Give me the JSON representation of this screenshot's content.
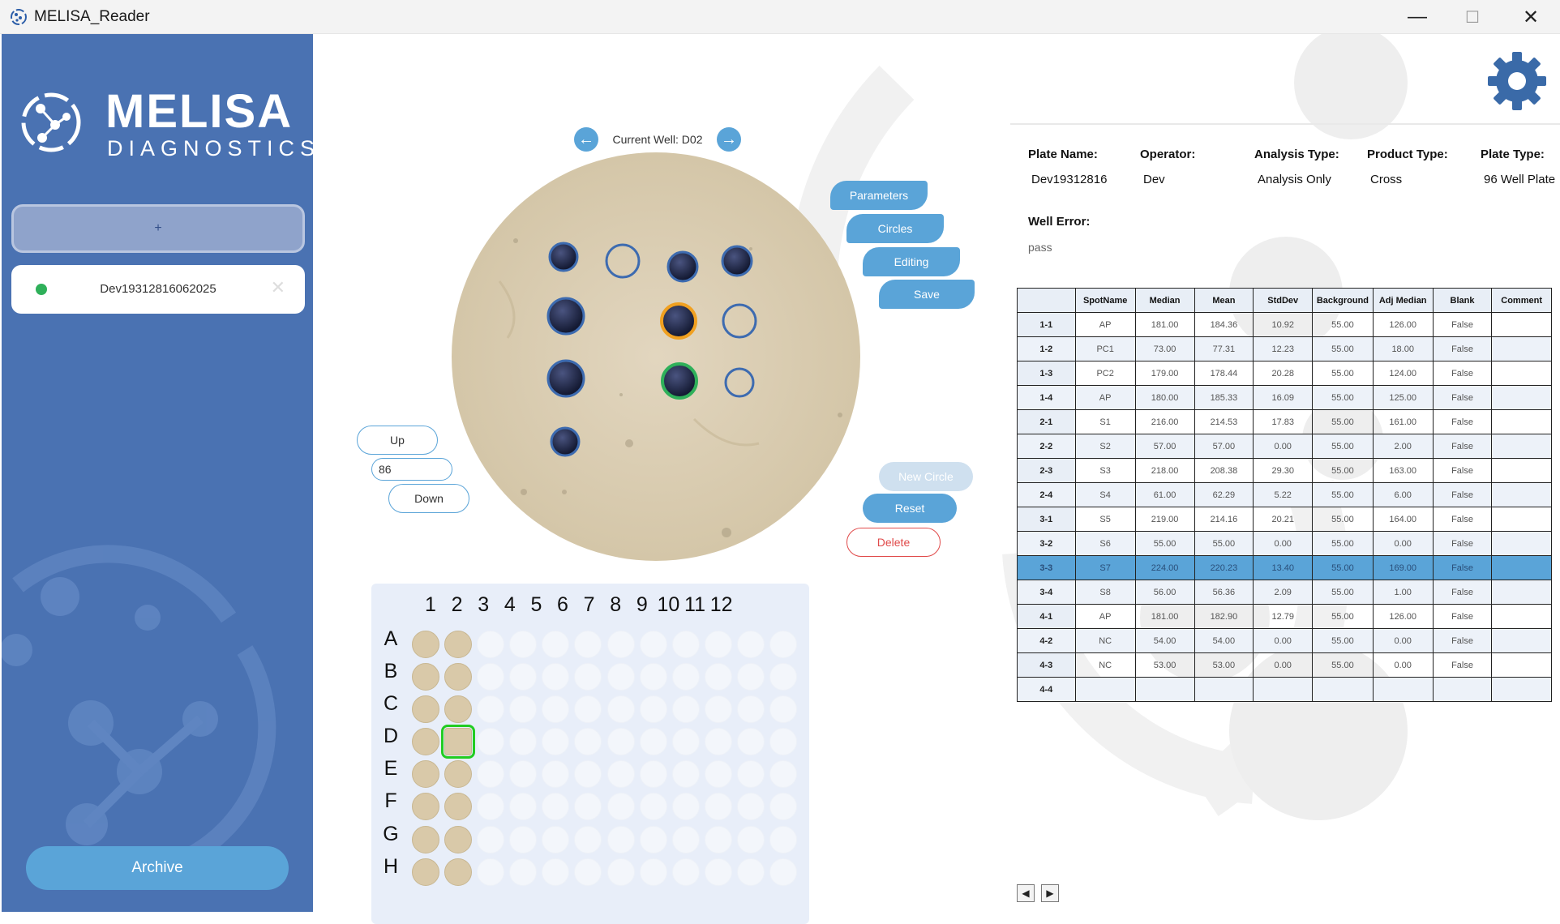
{
  "window": {
    "title": "MELISA_Reader",
    "minimize": "—",
    "maximize": "☐",
    "close": "✕"
  },
  "sidebar": {
    "logo_line1": "MELISA",
    "logo_line2": "DIAGNOSTICS",
    "add_label": "+",
    "plates": [
      {
        "name": "Dev19312816062025",
        "status_color": "#2fb05a"
      }
    ],
    "archive_label": "Archive"
  },
  "viewer": {
    "current_well": "Current Well: D02",
    "prev_icon": "arrow-left-icon",
    "next_icon": "arrow-right-icon",
    "buttons": {
      "parameters": "Parameters",
      "circles": "Circles",
      "editing": "Editing",
      "save": "Save",
      "new_circle": "New Circle",
      "reset": "Reset",
      "delete": "Delete",
      "up": "Up",
      "down": "Down"
    },
    "step_value": "86"
  },
  "plate_map": {
    "columns": [
      "1",
      "2",
      "3",
      "4",
      "5",
      "6",
      "7",
      "8",
      "9",
      "10",
      "11",
      "12"
    ],
    "rows": [
      "A",
      "B",
      "C",
      "D",
      "E",
      "F",
      "G",
      "H"
    ],
    "selected_well": "D2"
  },
  "info": {
    "plate_name_label": "Plate Name:",
    "plate_name": "Dev19312816",
    "operator_label": "Operator:",
    "operator": "Dev",
    "analysis_type_label": "Analysis Type:",
    "analysis_type": "Analysis Only",
    "product_type_label": "Product Type:",
    "product_type": "Cross",
    "plate_type_label": "Plate Type:",
    "plate_type": "96 Well Plate",
    "well_error_label": "Well Error:",
    "well_error": "pass"
  },
  "table": {
    "headers": [
      "",
      "SpotName",
      "Median",
      "Mean",
      "StdDev",
      "Background",
      "Adj Median",
      "Blank",
      "Comment"
    ],
    "rows": [
      [
        "1-1",
        "AP",
        "181.00",
        "184.36",
        "10.92",
        "55.00",
        "126.00",
        "False",
        ""
      ],
      [
        "1-2",
        "PC1",
        "73.00",
        "77.31",
        "12.23",
        "55.00",
        "18.00",
        "False",
        ""
      ],
      [
        "1-3",
        "PC2",
        "179.00",
        "178.44",
        "20.28",
        "55.00",
        "124.00",
        "False",
        ""
      ],
      [
        "1-4",
        "AP",
        "180.00",
        "185.33",
        "16.09",
        "55.00",
        "125.00",
        "False",
        ""
      ],
      [
        "2-1",
        "S1",
        "216.00",
        "214.53",
        "17.83",
        "55.00",
        "161.00",
        "False",
        ""
      ],
      [
        "2-2",
        "S2",
        "57.00",
        "57.00",
        "0.00",
        "55.00",
        "2.00",
        "False",
        ""
      ],
      [
        "2-3",
        "S3",
        "218.00",
        "208.38",
        "29.30",
        "55.00",
        "163.00",
        "False",
        ""
      ],
      [
        "2-4",
        "S4",
        "61.00",
        "62.29",
        "5.22",
        "55.00",
        "6.00",
        "False",
        ""
      ],
      [
        "3-1",
        "S5",
        "219.00",
        "214.16",
        "20.21",
        "55.00",
        "164.00",
        "False",
        ""
      ],
      [
        "3-2",
        "S6",
        "55.00",
        "55.00",
        "0.00",
        "55.00",
        "0.00",
        "False",
        ""
      ],
      [
        "3-3",
        "S7",
        "224.00",
        "220.23",
        "13.40",
        "55.00",
        "169.00",
        "False",
        ""
      ],
      [
        "3-4",
        "S8",
        "56.00",
        "56.36",
        "2.09",
        "55.00",
        "1.00",
        "False",
        ""
      ],
      [
        "4-1",
        "AP",
        "181.00",
        "182.90",
        "12.79",
        "55.00",
        "126.00",
        "False",
        ""
      ],
      [
        "4-2",
        "NC",
        "54.00",
        "54.00",
        "0.00",
        "55.00",
        "0.00",
        "False",
        ""
      ],
      [
        "4-3",
        "NC",
        "53.00",
        "53.00",
        "0.00",
        "55.00",
        "0.00",
        "False",
        ""
      ],
      [
        "4-4",
        "",
        "",
        "",
        "",
        "",
        "",
        "",
        ""
      ]
    ],
    "selected_row": 10,
    "prev_page": "◀",
    "next_page": "▶"
  },
  "colors": {
    "sidebar": "#4a72b2",
    "accent": "#5aa4d8",
    "selected_spot": "#f0a020",
    "active_spot": "#2fb05a",
    "danger": "#e04a4a"
  }
}
